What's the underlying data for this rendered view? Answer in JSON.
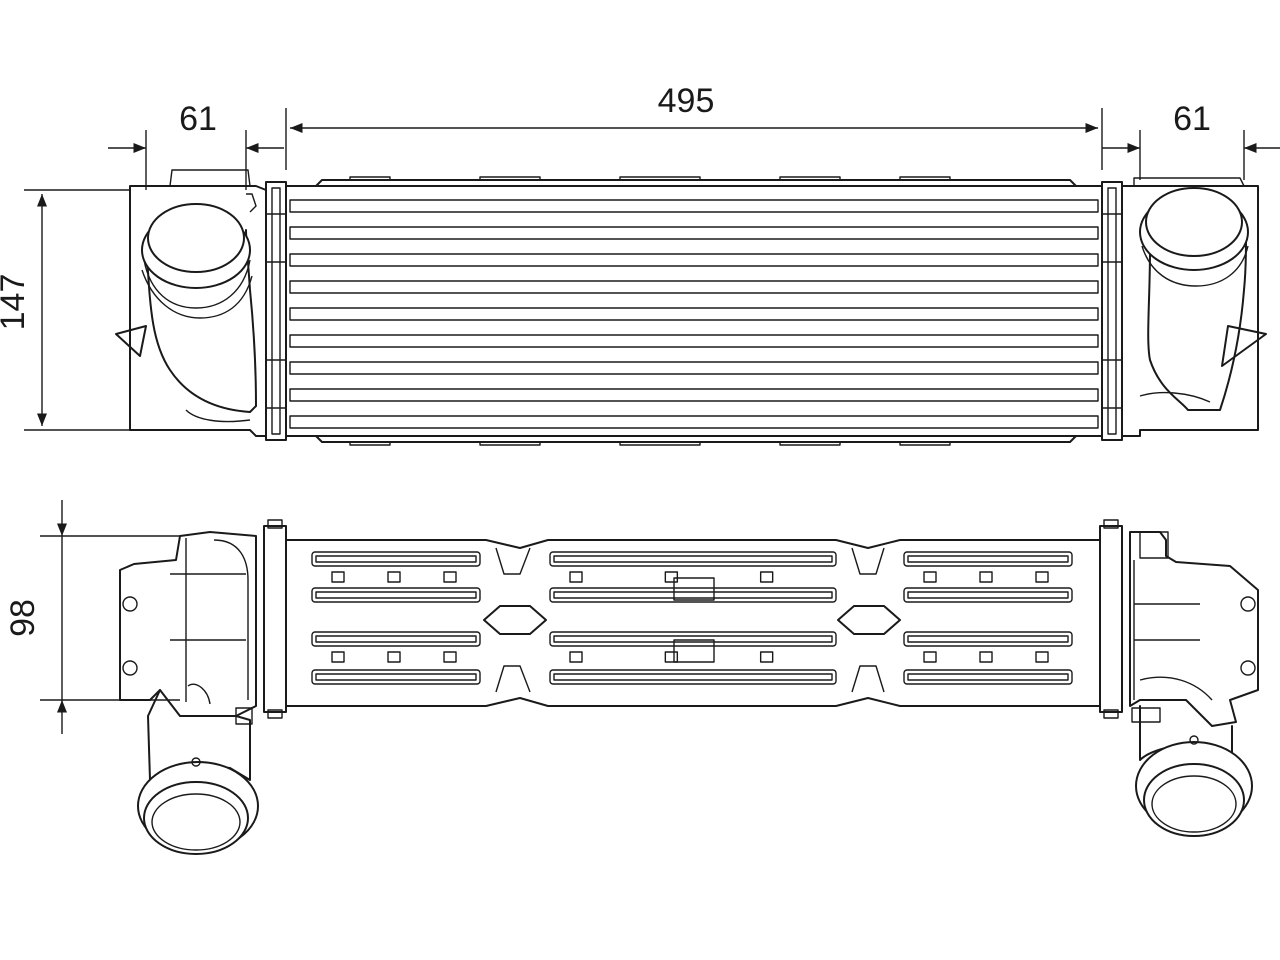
{
  "dimensions": {
    "inlet_width": "61",
    "core_length": "495",
    "outlet_width": "61",
    "height": "147",
    "depth": "98"
  },
  "colors": {
    "line": "#1a1a1a",
    "background": "#ffffff"
  }
}
